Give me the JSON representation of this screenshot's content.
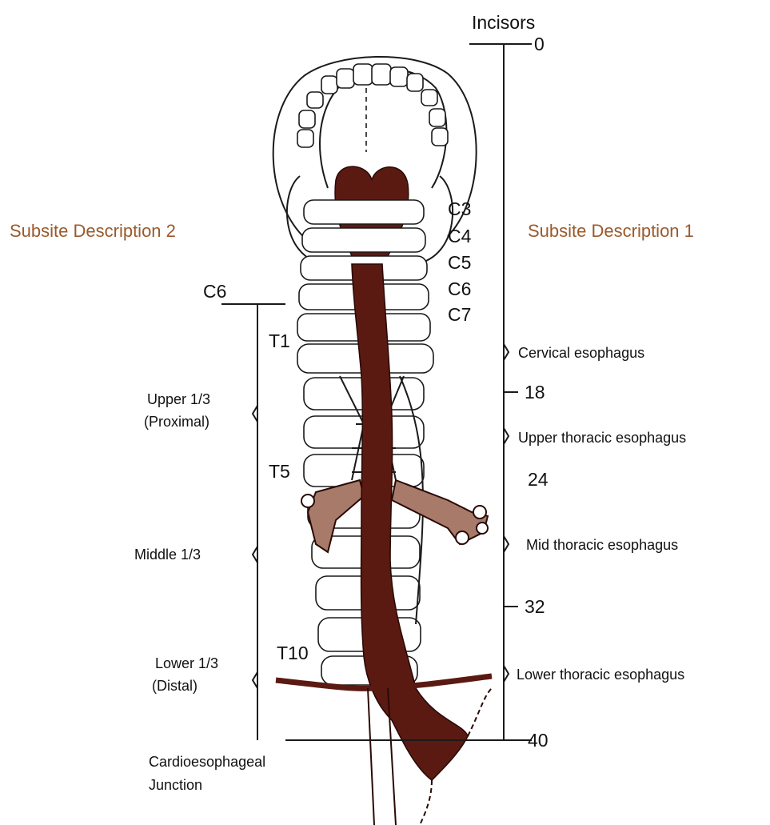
{
  "diagram": {
    "colors": {
      "tissue": "#5a1a12",
      "ink": "#1a1a1a",
      "heading": "#9a5a2c"
    },
    "right_scale": {
      "title": "Incisors",
      "marks": [
        {
          "cm": "0"
        },
        {
          "cm": "18"
        },
        {
          "cm": "24"
        },
        {
          "cm": "32"
        },
        {
          "cm": "40"
        }
      ],
      "regions": [
        "Cervical esophagus",
        "Upper thoracic esophagus",
        "Mid thoracic esophagus",
        "Lower thoracic esophagus"
      ]
    },
    "left_scale": {
      "top": "C6",
      "regions": [
        [
          "Upper 1/3",
          "(Proximal)"
        ],
        [
          "Middle 1/3"
        ],
        [
          "Lower 1/3",
          "(Distal)"
        ]
      ],
      "bottom": [
        "Cardioesophageal",
        "Junction"
      ]
    },
    "vertebrae": [
      "C3",
      "C4",
      "C5",
      "C6",
      "C7",
      "T1",
      "T5",
      "T10"
    ],
    "headings": {
      "left": "Subsite Description 2",
      "right": "Subsite Description 1"
    }
  }
}
